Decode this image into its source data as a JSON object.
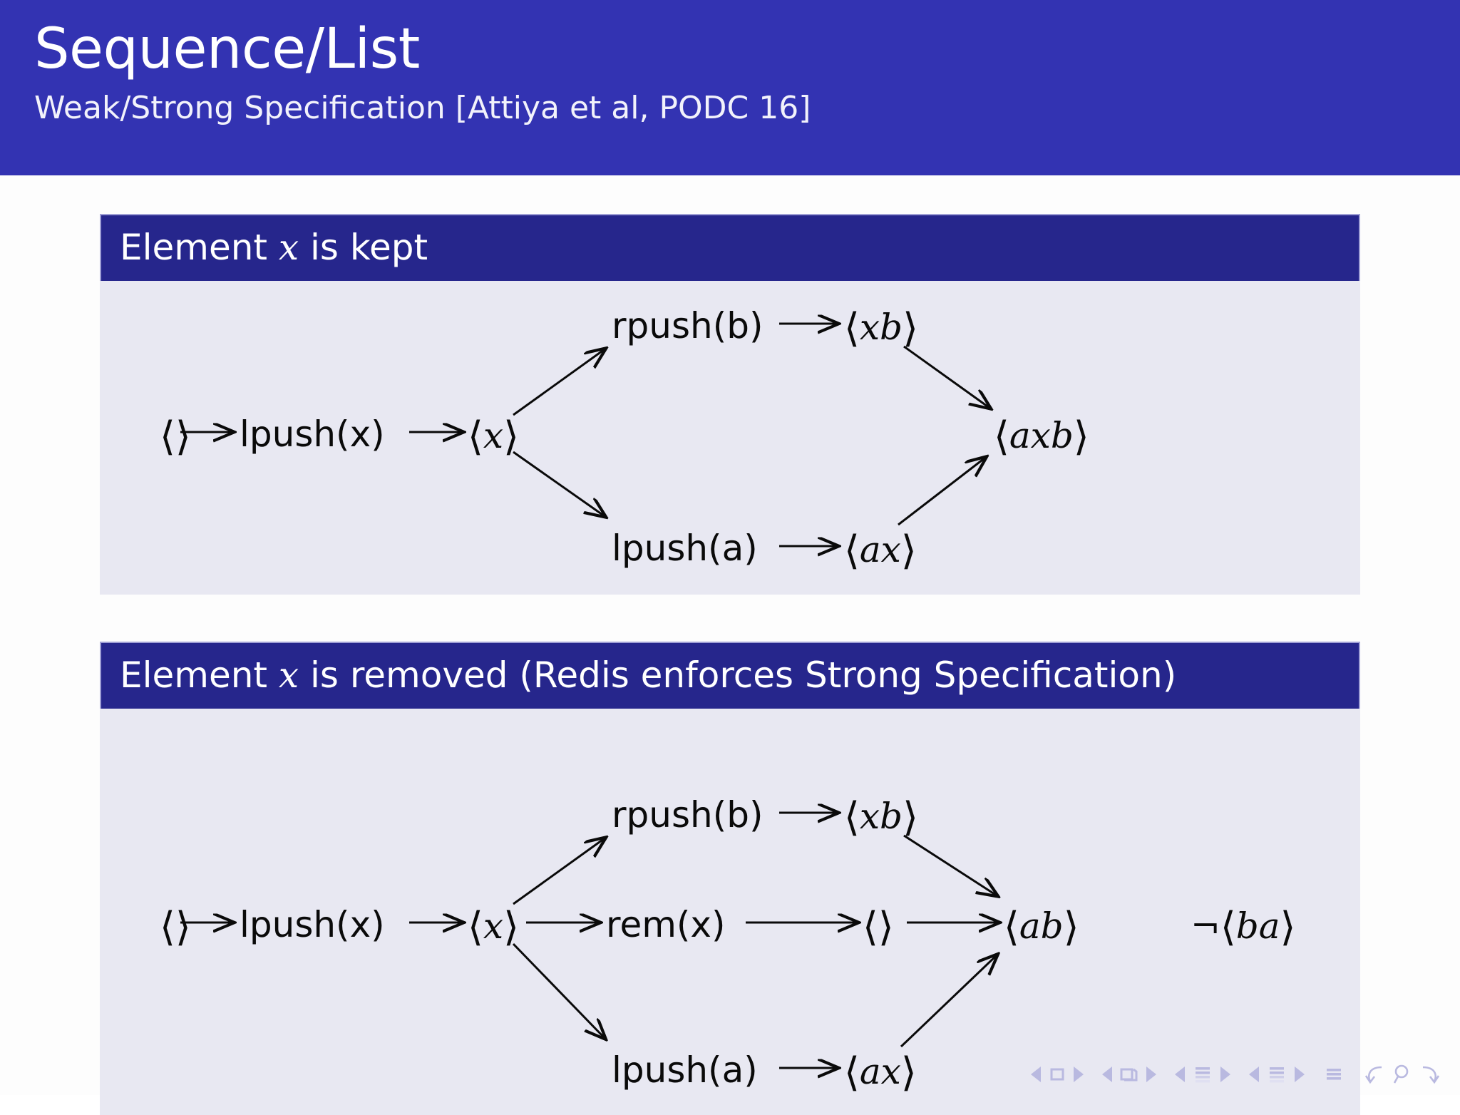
{
  "slide": {
    "title": "Sequence/List",
    "subtitle": "Weak/Strong Specification [Attiya et al, PODC 16]",
    "title_bg": "#3333b2",
    "block_title_bg": "#26268c",
    "block_body_bg": "#e8e8f2"
  },
  "blocks": [
    {
      "title_prefix": "Element ",
      "title_var": "x",
      "title_suffix": " is kept",
      "title_full": "Element x is kept",
      "diagram": {
        "nodes": [
          {
            "id": "empty0",
            "label": "⟨⟩"
          },
          {
            "id": "lpushx",
            "label": "lpush(x)"
          },
          {
            "id": "seqx",
            "label": "⟨x⟩"
          },
          {
            "id": "rpushb",
            "label": "rpush(b)"
          },
          {
            "id": "seqxb",
            "label": "⟨xb⟩"
          },
          {
            "id": "lpusha",
            "label": "lpush(a)"
          },
          {
            "id": "seqax",
            "label": "⟨ax⟩"
          },
          {
            "id": "seqaxb",
            "label": "⟨axb⟩"
          }
        ],
        "edges": [
          [
            "empty0",
            "lpushx"
          ],
          [
            "lpushx",
            "seqx"
          ],
          [
            "seqx",
            "rpushb"
          ],
          [
            "rpushb",
            "seqxb"
          ],
          [
            "seqx",
            "lpusha"
          ],
          [
            "lpusha",
            "seqax"
          ],
          [
            "seqxb",
            "seqaxb"
          ],
          [
            "seqax",
            "seqaxb"
          ]
        ]
      }
    },
    {
      "title_prefix": "Element ",
      "title_var": "x",
      "title_suffix": " is removed (Redis enforces Strong Specification)",
      "title_full": "Element x is removed (Redis enforces Strong Specification)",
      "diagram": {
        "nodes": [
          {
            "id": "empty0",
            "label": "⟨⟩"
          },
          {
            "id": "lpushx",
            "label": "lpush(x)"
          },
          {
            "id": "seqx",
            "label": "⟨x⟩"
          },
          {
            "id": "remx",
            "label": "rem(x)"
          },
          {
            "id": "empty1",
            "label": "⟨⟩"
          },
          {
            "id": "seqab",
            "label": "⟨ab⟩"
          },
          {
            "id": "rpushb",
            "label": "rpush(b)"
          },
          {
            "id": "seqxb",
            "label": "⟨xb⟩"
          },
          {
            "id": "lpusha",
            "label": "lpush(a)"
          },
          {
            "id": "seqax",
            "label": "⟨ax⟩"
          },
          {
            "id": "notseqba",
            "label": "¬⟨ba⟩"
          }
        ],
        "edges": [
          [
            "empty0",
            "lpushx"
          ],
          [
            "lpushx",
            "seqx"
          ],
          [
            "seqx",
            "remx"
          ],
          [
            "remx",
            "empty1"
          ],
          [
            "empty1",
            "seqab"
          ],
          [
            "seqx",
            "rpushb"
          ],
          [
            "rpushb",
            "seqxb"
          ],
          [
            "seqx",
            "lpusha"
          ],
          [
            "lpusha",
            "seqax"
          ],
          [
            "seqxb",
            "seqab"
          ],
          [
            "seqax",
            "seqab"
          ]
        ]
      }
    }
  ],
  "navbar": {
    "items": [
      "prev-slide-icon",
      "slide-icon",
      "next-slide-icon",
      "prev-frame-icon",
      "frame-icon",
      "next-frame-icon",
      "prev-subsection-icon",
      "subsection-icon",
      "next-subsection-icon",
      "prev-section-icon",
      "section-icon",
      "next-section-icon",
      "toc-icon",
      "back-icon",
      "search-icon",
      "forward-icon"
    ],
    "color": "#b9b9e0"
  }
}
